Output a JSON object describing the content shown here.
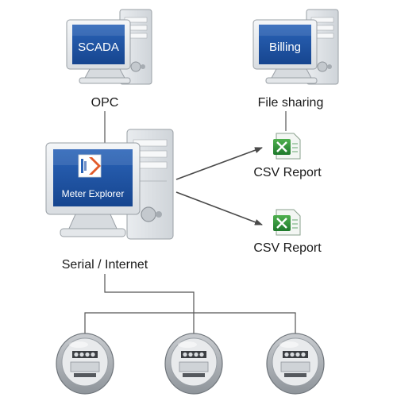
{
  "nodes": {
    "scada": {
      "label": "SCADA",
      "link_label": "OPC"
    },
    "billing": {
      "label": "Billing",
      "link_label": "File sharing"
    },
    "meter_explorer": {
      "label": "Meter Explorer",
      "link_label": "Serial / Internet"
    }
  },
  "reports": [
    {
      "label": "CSV Report",
      "icon": "excel-file-icon"
    },
    {
      "label": "CSV Report",
      "icon": "excel-file-icon"
    }
  ],
  "meters": [
    {
      "icon": "electric-meter-icon"
    },
    {
      "icon": "electric-meter-icon"
    },
    {
      "icon": "electric-meter-icon"
    }
  ],
  "colors": {
    "screen_blue": "#1e55a8",
    "excel_green": "#2e8b3a",
    "line": "#555555"
  }
}
